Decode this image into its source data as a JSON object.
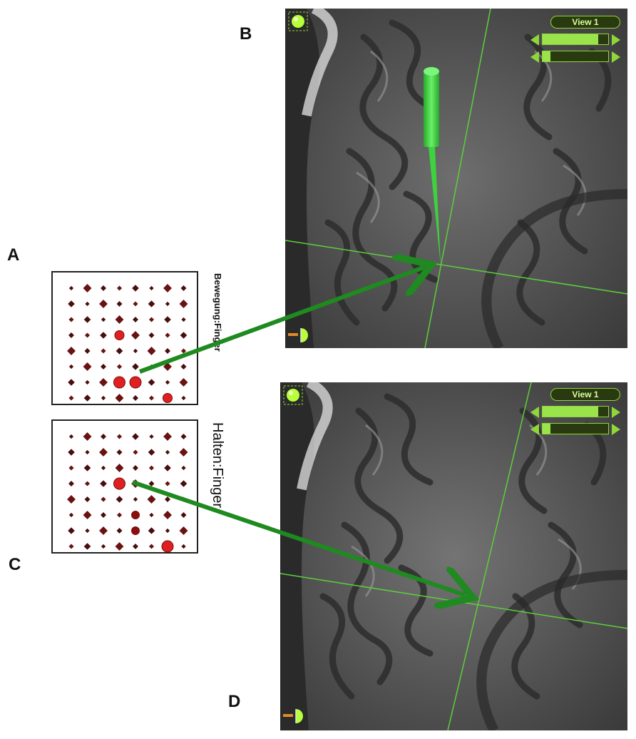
{
  "labels": {
    "A": "A",
    "B": "B",
    "C": "C",
    "D": "D"
  },
  "grid_A": {
    "condition_label": "Bewegung:Finger",
    "rows": 8,
    "cols": 8,
    "highlights": [
      {
        "row": 3,
        "col": 3,
        "level": "medium"
      },
      {
        "row": 6,
        "col": 3,
        "level": "large"
      },
      {
        "row": 6,
        "col": 4,
        "level": "large"
      },
      {
        "row": 7,
        "col": 6,
        "level": "medium"
      }
    ]
  },
  "grid_C": {
    "condition_label": "Halten:Finger",
    "rows": 8,
    "cols": 8,
    "highlights": [
      {
        "row": 3,
        "col": 3,
        "level": "large"
      },
      {
        "row": 5,
        "col": 4,
        "level": "dark"
      },
      {
        "row": 6,
        "col": 4,
        "level": "dark"
      },
      {
        "row": 7,
        "col": 6,
        "level": "large"
      }
    ]
  },
  "viewer_B": {
    "view_label": "View 1",
    "slider1_fraction": 0.85,
    "slider2_fraction": 0.12
  },
  "viewer_D": {
    "view_label": "View 1",
    "slider1_fraction": 0.85,
    "slider2_fraction": 0.12
  },
  "colors": {
    "dot_dark": "#4a0d0d",
    "dot_red": "#e02020",
    "arrow": "#1f8a1f",
    "ui_green": "#8fd63a",
    "probe": "#3fd23f",
    "crosshair": "#5ccf3c"
  },
  "icons": [
    "sphere-icon",
    "half-circle-icon"
  ]
}
